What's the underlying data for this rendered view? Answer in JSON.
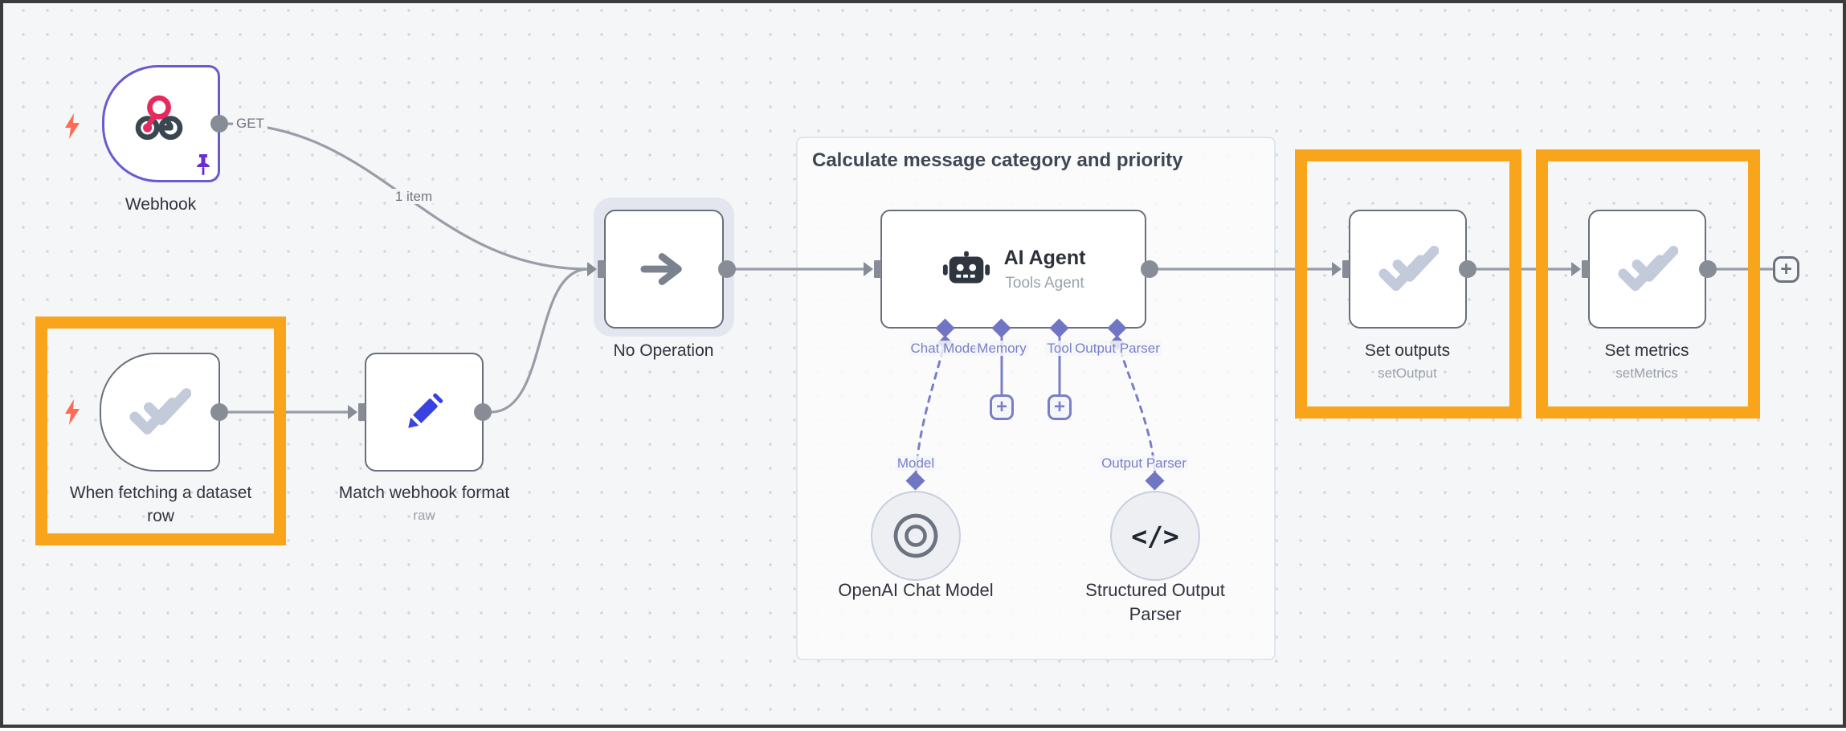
{
  "group": {
    "title": "Calculate message category and priority"
  },
  "connections": {
    "webhook_method": "GET",
    "webhook_items_label": "1 item"
  },
  "nodes": {
    "webhook": {
      "label": "Webhook"
    },
    "when_fetching": {
      "label": "When fetching a dataset row"
    },
    "match_format": {
      "label": "Match webhook format",
      "sublabel": "raw"
    },
    "no_operation": {
      "label": "No Operation"
    },
    "ai_agent": {
      "label": "AI Agent",
      "sublabel": "Tools Agent",
      "ports": [
        {
          "label": "Chat Model"
        },
        {
          "label": "Memory"
        },
        {
          "label": "Tool"
        },
        {
          "label": "Output Parser"
        }
      ]
    },
    "openai_chat_model": {
      "label": "OpenAI Chat Model",
      "connection_label": "Model"
    },
    "structured_output_parser": {
      "label": "Structured Output Parser",
      "connection_label": "Output Parser"
    },
    "set_outputs": {
      "label": "Set outputs",
      "sublabel": "setOutput"
    },
    "set_metrics": {
      "label": "Set metrics",
      "sublabel": "setMetrics"
    }
  },
  "buttons": {
    "memory_plus": "+",
    "tool_plus": "+",
    "add_next_node_plus": "+"
  },
  "colors": {
    "canvas_background": "#f5f6f8",
    "highlight_orange": "#F9A51B",
    "pinned_node_purple": "#6a5ad0",
    "node_border_gray": "#69707a",
    "wire_gray": "#989da6",
    "ai_connection_purple": "#7a7ec8",
    "trigger_bolt_red": "#ff6b55",
    "pencil_blue": "#3742e0",
    "webhook_pink": "#e62a5f",
    "icon_slate": "#3a4750",
    "check_icon_gray": "#c3cbdb"
  }
}
